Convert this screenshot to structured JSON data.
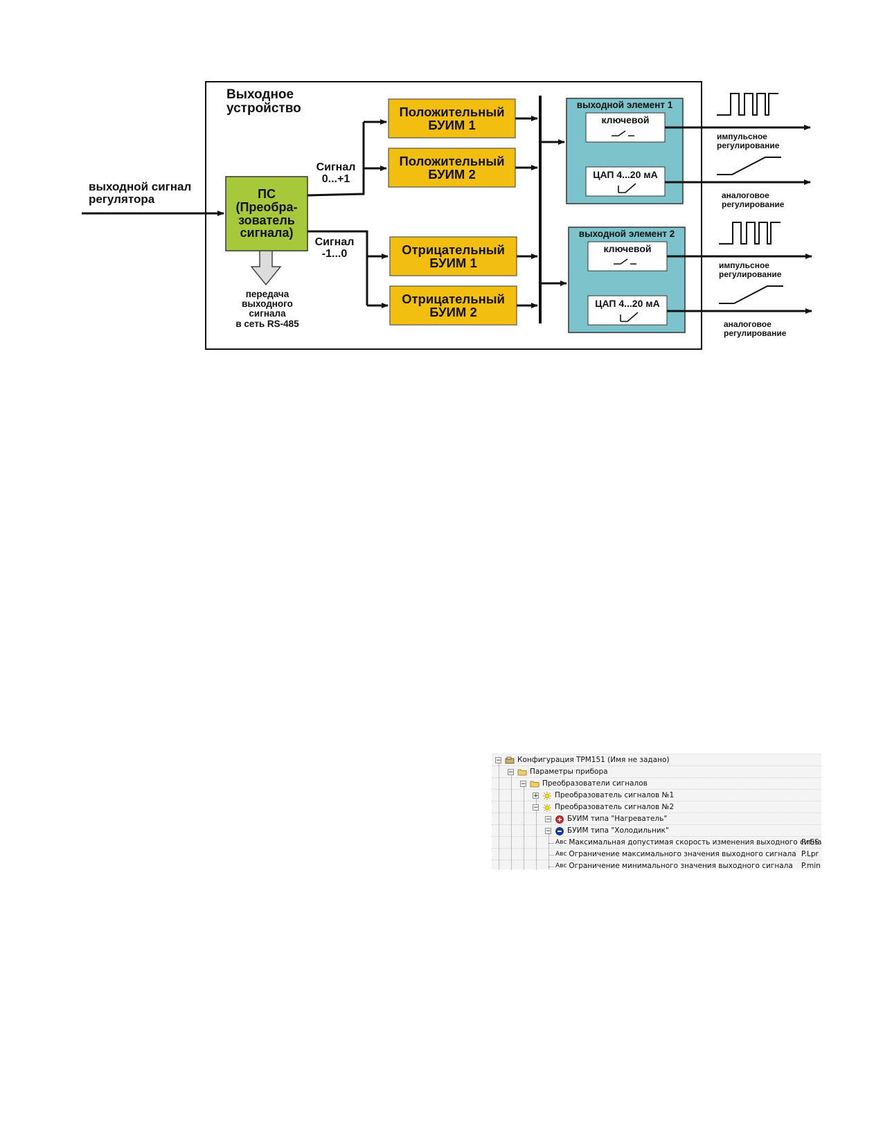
{
  "diagram": {
    "output_device_title": [
      "Выходное",
      "устройство"
    ],
    "input_label": [
      "выходной сигнал",
      "регулятора"
    ],
    "converter": [
      "ПС",
      "(Преобра-",
      "зователь",
      "сигнала)"
    ],
    "rs485": [
      "передача",
      "выходного",
      "сигнала",
      "в сеть RS-485"
    ],
    "signal_pos": [
      "Сигнал",
      "0...+1"
    ],
    "signal_neg": [
      "Сигнал",
      "-1...0"
    ],
    "buim_pos_1": [
      "Положительный",
      "БУИМ 1"
    ],
    "buim_pos_2": [
      "Положительный",
      "БУИМ 2"
    ],
    "buim_neg_1": [
      "Отрицательный",
      "БУИМ 1"
    ],
    "buim_neg_2": [
      "Отрицательный",
      "БУИМ 2"
    ],
    "element_1_title": "выходной элемент 1",
    "element_2_title": "выходной элемент 2",
    "key_label": "ключевой",
    "dac_label": "ЦАП 4...20 мА",
    "pulse_label": [
      "импульсное",
      "регулирование"
    ],
    "analog_label": [
      "аналоговое",
      "регулирование"
    ],
    "colors": {
      "converter_fill": "#a8c83c",
      "buim_fill": "#f2be0f",
      "element_fill": "#7cc3cc",
      "line": "#111111"
    }
  },
  "tree": {
    "root": "Конфигурация ТРМ151 (Имя не задано)",
    "device_params": "Параметры прибора",
    "converters": "Преобразователи сигналов",
    "converter_1": "Преобразователь сигналов №1",
    "converter_2": "Преобразователь сигналов №2",
    "buim_heater": "БУИМ типа \"Нагреватель\"",
    "buim_cooler": "БУИМ типа \"Холодильник\"",
    "params": [
      {
        "prefix": "Авс",
        "name": "Максимальная допустимая скорость изменения выходного сигнала",
        "code": "P.rES"
      },
      {
        "prefix": "Авс",
        "name": "Ограничение максимального значения выходного сигнала",
        "code": "P.Lpr"
      },
      {
        "prefix": "Авс",
        "name": "Ограничение минимального значения выходного сигнала",
        "code": "P.min"
      }
    ],
    "icons": {
      "expanded": "−",
      "collapsed": "+",
      "folder": "folder-icon",
      "converter": "sun-icon",
      "heater": "plus-circle-icon",
      "cooler": "minus-circle-icon",
      "device": "device-icon"
    }
  }
}
